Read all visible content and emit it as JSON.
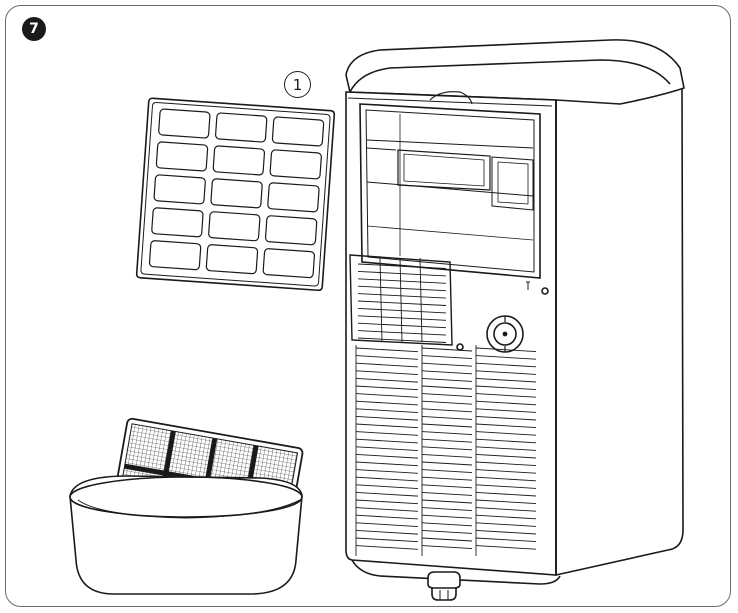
{
  "step": {
    "number": "7"
  },
  "callout": {
    "label": "1"
  },
  "colors": {
    "line": "#1a1a1a",
    "frame": "#6b6b6b",
    "badge": "#1a1a1a",
    "mesh": "#e8e8e8",
    "background": "#ffffff"
  },
  "illustration": {
    "items": [
      "filter-panel",
      "air-conditioner-unit",
      "washing-basin",
      "filter-in-basin",
      "drain-plug"
    ]
  }
}
